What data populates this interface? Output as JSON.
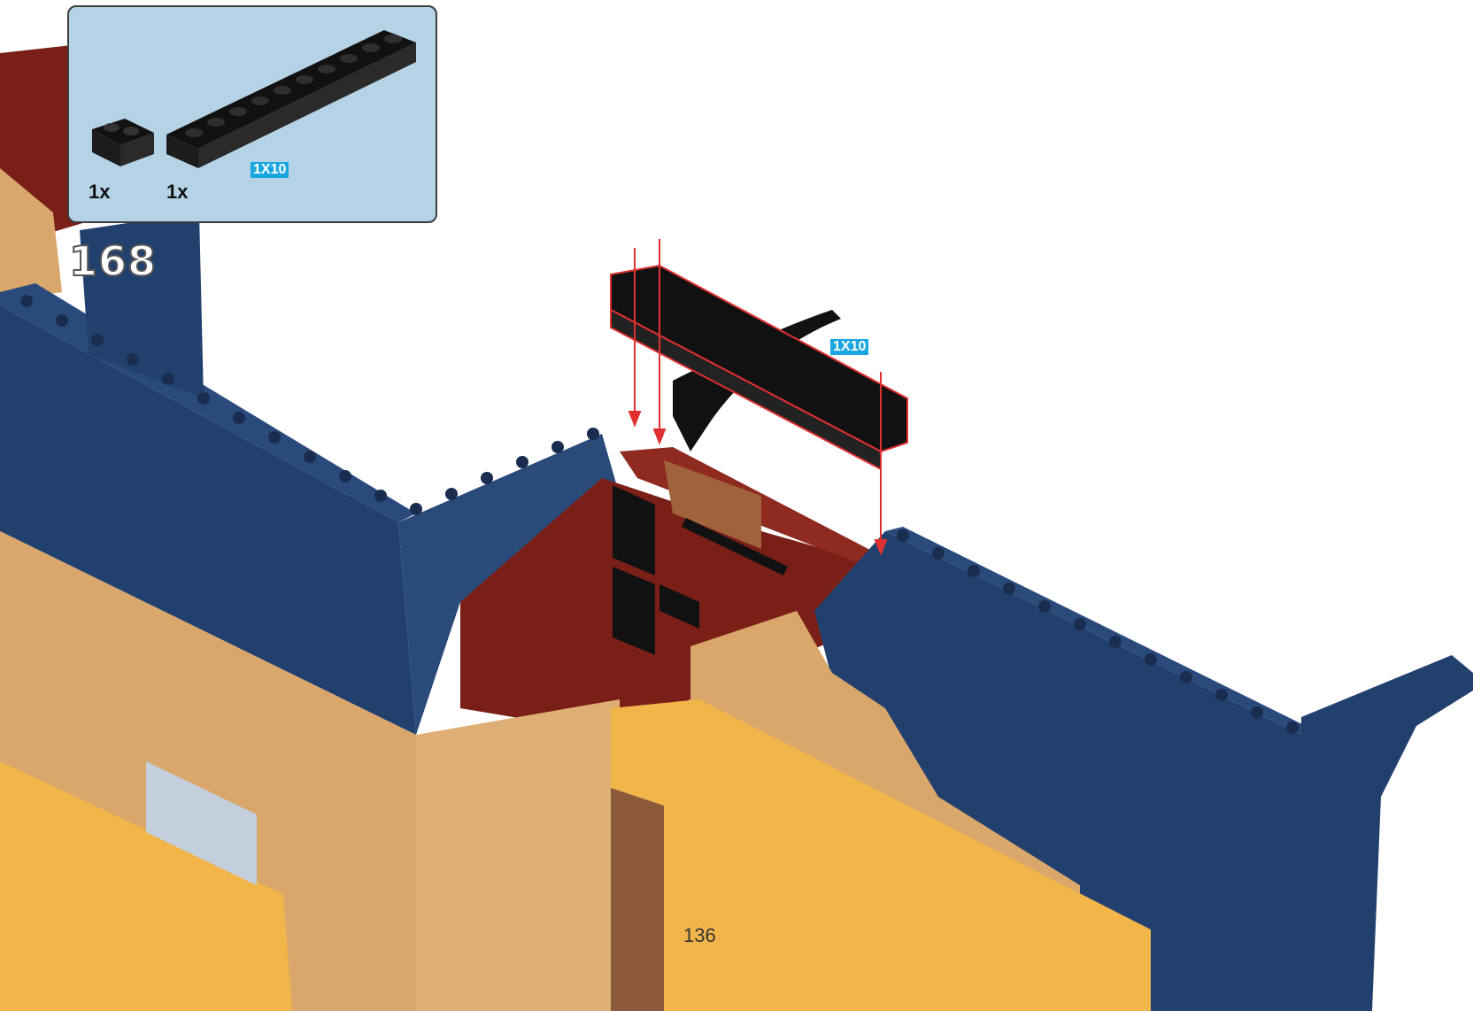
{
  "parts_list": {
    "items": [
      {
        "name": "1x2 brick",
        "color": "#111111",
        "quantity": "1x"
      },
      {
        "name": "1x10 brick",
        "color": "#111111",
        "quantity": "1x",
        "size_label": "1X10"
      }
    ]
  },
  "step": {
    "number": "168",
    "new_part_label": "1X10"
  },
  "page": {
    "number": "136"
  },
  "colors": {
    "dark_blue": "#22406e",
    "dark_red": "#7a1f17",
    "tan": "#d9a66b",
    "yellow": "#f2b54a",
    "black": "#111111",
    "arrow_red": "#e03030",
    "callout_bg": "#b5d3e6",
    "size_tag": "#1aa7e0"
  }
}
